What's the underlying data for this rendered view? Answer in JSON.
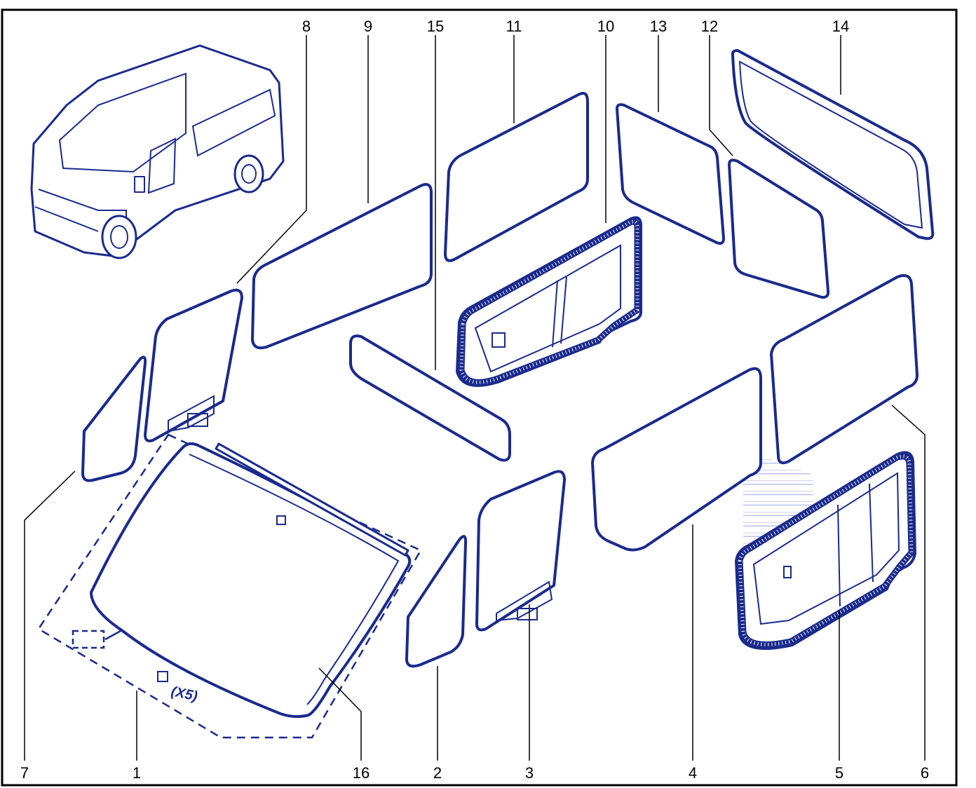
{
  "callouts": [
    "1",
    "2",
    "3",
    "4",
    "5",
    "6",
    "7",
    "8",
    "9",
    "10",
    "11",
    "12",
    "13",
    "14",
    "15",
    "16"
  ],
  "annotation": "(X5)",
  "icons": {
    "van": "van-icon",
    "clip": "clip-icon"
  }
}
